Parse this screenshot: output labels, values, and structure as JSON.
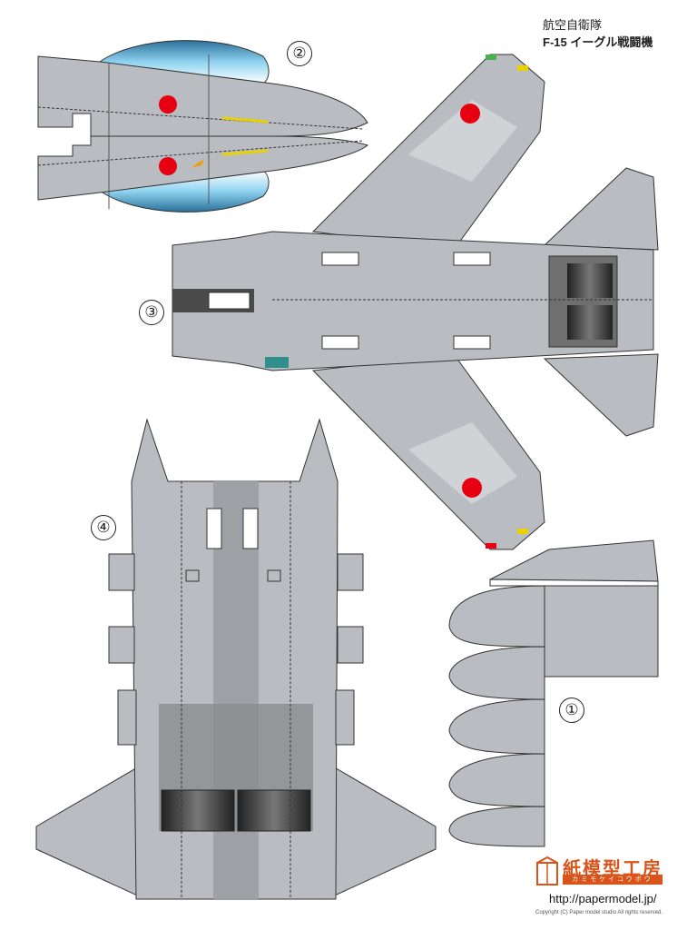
{
  "header": {
    "title_line1": "航空自衛隊",
    "title_line2": "F-15 イーグル戦闘機"
  },
  "parts": {
    "part1": "①",
    "part2": "②",
    "part3": "③",
    "part4": "④"
  },
  "footer": {
    "logo": "紙模型工房",
    "logo_sub": "カミモケイコウボウ",
    "url": "http://papermodel.jp/",
    "copyright": "Copyright (C) Paper model studio All rights reserved."
  },
  "colors": {
    "body_gray": "#b9bdc1",
    "camo_light": "#cfd3d6",
    "outline": "#3a3a3a",
    "hinomaru": "#e60012",
    "canopy": "#5fb3d9",
    "brand_orange": "#d9541a",
    "engine_dark": "#4a4a4a"
  }
}
